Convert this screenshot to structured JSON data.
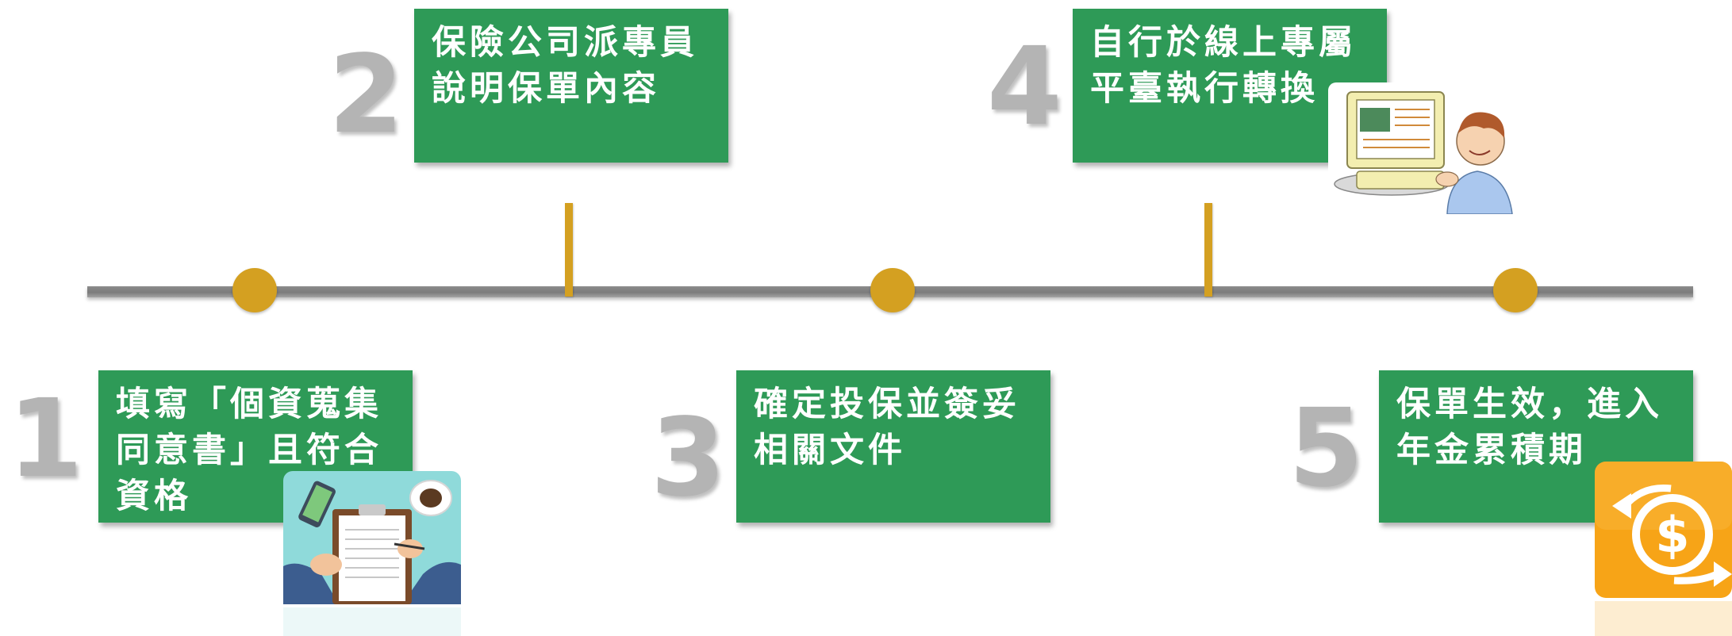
{
  "steps": [
    {
      "number": "1",
      "lines": [
        "填寫「個資蒐集",
        "同意書」且符合",
        "資格"
      ]
    },
    {
      "number": "2",
      "lines": [
        "保險公司派專員",
        "說明保單內容"
      ]
    },
    {
      "number": "3",
      "lines": [
        "確定投保並簽妥",
        "相關文件"
      ]
    },
    {
      "number": "4",
      "lines": [
        "自行於線上專屬",
        "平臺執行轉換"
      ]
    },
    {
      "number": "5",
      "lines": [
        "保單生效，進入",
        "年金累積期"
      ]
    }
  ],
  "colors": {
    "box_green": "#2e9a57",
    "timeline_gold": "#d4a021",
    "timeline_gray": "#7b7b7b",
    "number_gray": "#b4b4b4",
    "money_orange": "#f7a417"
  },
  "icons": [
    "clipboard-signing-icon",
    "computer-user-icon",
    "money-exchange-icon"
  ]
}
